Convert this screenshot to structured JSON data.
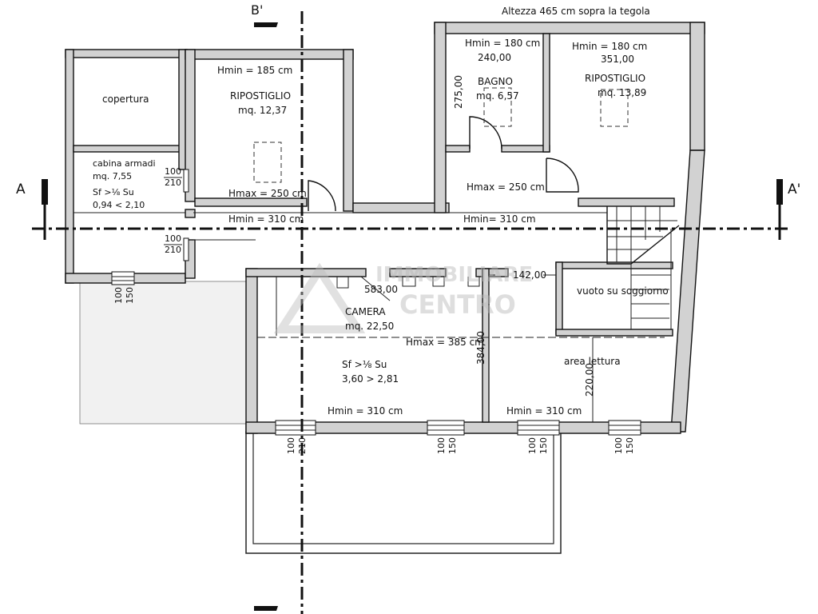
{
  "header": {
    "height_note": "Altezza 465 cm sopra la tegola"
  },
  "section_marks": {
    "b_top": "B'",
    "a_left": "A",
    "a_right": "A'"
  },
  "rooms": {
    "copertura": {
      "name": "copertura"
    },
    "cabina": {
      "name": "cabina armadi",
      "area": "mq. 7,55",
      "sf": "Sf >⅛ Su",
      "ratio": "0,94 < 2,10"
    },
    "ripostiglio1": {
      "hmin": "Hmin = 185 cm",
      "name": "RIPOSTIGLIO",
      "area": "mq. 12,37",
      "hmax": "Hmax = 250 cm"
    },
    "bagno": {
      "hmin": "Hmin = 180 cm",
      "dim": "240,00",
      "name": "BAGNO",
      "area": "mq. 6,57",
      "side_dim": "275,00"
    },
    "ripostiglio2": {
      "hmin": "Hmin = 180 cm",
      "dim": "351,00",
      "name": "RIPOSTIGLIO",
      "area": "mq. 13,89"
    },
    "corridor": {
      "hmax": "Hmax = 250 cm",
      "hmin_left": "Hmin = 310 cm",
      "hmin_right": "Hmin= 310 cm"
    },
    "camera": {
      "dim_top": "583,00",
      "name": "CAMERA",
      "area": "mq. 22,50",
      "hmax": "Hmax = 385 cm",
      "sf": "Sf >⅛ Su",
      "ratio": "3,60 > 2,81",
      "hmin": "Hmin = 310 cm",
      "dim_side": "384,00"
    },
    "vuoto": {
      "name": "vuoto su soggiorno",
      "dim": "142,00"
    },
    "lettura": {
      "name": "area lettura",
      "dim": "220,00",
      "hmin": "Hmin = 310 cm"
    }
  },
  "openings": {
    "door1_w": "100",
    "door1_h": "210",
    "door2_w": "100",
    "door2_h": "210",
    "win_cab_w": "100",
    "win_cab_h": "150",
    "win1_w": "100",
    "win1_h": "210",
    "win2_w": "100",
    "win2_h": "150",
    "win3_w": "100",
    "win3_h": "150",
    "win4_w": "100",
    "win4_h": "150"
  },
  "watermark": {
    "line1": "IMMOBILIARE",
    "line2": "CENTRO"
  }
}
